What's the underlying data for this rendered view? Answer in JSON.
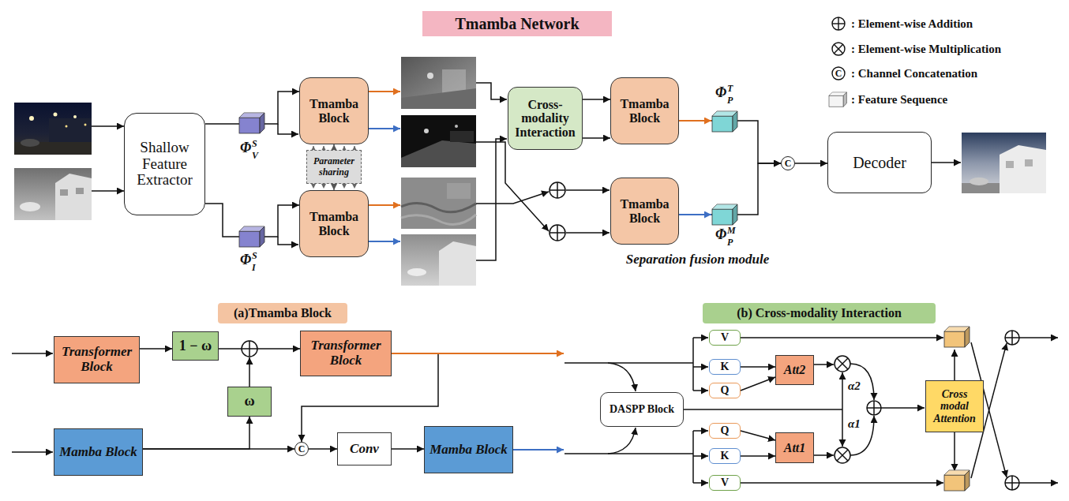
{
  "diagram": {
    "title": "Tmamba Network",
    "nodes": [
      {
        "text": [
          "Shallow Feature Extractor"
        ]
      },
      {
        "text": [
          "Tmamba Block"
        ]
      },
      {
        "text": [
          "Tmamba Block"
        ]
      },
      {
        "text": [
          "Parameter sharing"
        ]
      },
      {
        "text": [
          "Cross-modality Interaction"
        ]
      },
      {
        "text": [
          "Separation fusion module"
        ]
      },
      {
        "text": [
          "Tmamba Block"
        ],
        "in": 5
      },
      {
        "text": [
          "Tmamba Block"
        ],
        "in": 5
      },
      {
        "text": [
          "C"
        ],
        "in": 5
      },
      {
        "text": [
          "Decoder"
        ]
      },
      {
        "text": [
          "(a)Tmamba Block"
        ]
      },
      {
        "text": [
          "Transformer Block"
        ],
        "in": 10
      },
      {
        "text": [
          "1 − ω"
        ],
        "in": 10
      },
      {
        "text": [
          "Transformer Block"
        ],
        "in": 10
      },
      {
        "text": [
          "ω"
        ],
        "in": 10
      },
      {
        "text": [
          "Mamba Block"
        ],
        "in": 10
      },
      {
        "text": [
          "C"
        ],
        "in": 10
      },
      {
        "text": [
          "Conv"
        ],
        "in": 10
      },
      {
        "text": [
          "Mamba Block"
        ],
        "in": 10
      },
      {
        "text": [
          "(b) Cross-modality Interaction"
        ]
      },
      {
        "text": [
          "V"
        ],
        "in": 19
      },
      {
        "text": [
          "K"
        ],
        "in": 19
      },
      {
        "text": [
          "Q"
        ],
        "in": 19
      },
      {
        "text": [
          "Att2"
        ],
        "in": 19
      },
      {
        "text": [
          "DASPP Block"
        ],
        "in": 19
      },
      {
        "text": [
          "Q"
        ],
        "in": 19
      },
      {
        "text": [
          "K"
        ],
        "in": 19
      },
      {
        "text": [
          "Att1"
        ],
        "in": 19
      },
      {
        "text": [
          "V"
        ],
        "in": 19
      },
      {
        "text": [
          "Cross modal Attention"
        ],
        "in": 19
      }
    ],
    "edges": [
      {
        "from": 0,
        "to": 1,
        "arrow": "to"
      },
      {
        "from": 0,
        "to": 2,
        "arrow": "to"
      },
      {
        "from": 1,
        "to": 2,
        "arrow": "both"
      },
      {
        "from": 4,
        "to": 6,
        "arrow": "to"
      },
      {
        "from": 4,
        "to": 6,
        "arrow": "to"
      },
      {
        "from": 6,
        "to": 8,
        "arrow": "to"
      },
      {
        "from": 7,
        "to": 8,
        "arrow": "to"
      },
      {
        "from": 8,
        "to": 9,
        "arrow": "to"
      },
      {
        "from": 11,
        "to": 12,
        "arrow": "to"
      },
      {
        "from": 12,
        "to": 13,
        "arrow": "to"
      },
      {
        "from": 15,
        "to": 14,
        "arrow": "to"
      },
      {
        "from": 15,
        "to": 16,
        "arrow": "to"
      },
      {
        "from": 13,
        "to": 16,
        "arrow": "to"
      },
      {
        "from": 16,
        "to": 17,
        "arrow": "to"
      },
      {
        "from": 17,
        "to": 18,
        "arrow": "to"
      },
      {
        "from": 21,
        "to": 23,
        "arrow": "to"
      },
      {
        "from": 22,
        "to": 23,
        "arrow": "to"
      },
      {
        "from": 25,
        "to": 27,
        "arrow": "to"
      },
      {
        "from": 26,
        "to": 27,
        "arrow": "to"
      }
    ],
    "labels": [
      "C",
      "Φ",
      "S",
      "V",
      "Φ",
      "S",
      "I",
      "Φ",
      "T",
      "P",
      "Φ",
      "M",
      "P",
      "α2",
      "α1"
    ],
    "legend": [
      {
        "text": ": Element-wise Addition"
      },
      {
        "text": ": Element-wise Multiplication"
      },
      {
        "text": ": Channel Concatenation"
      },
      {
        "text": ": Feature Sequence"
      }
    ]
  }
}
